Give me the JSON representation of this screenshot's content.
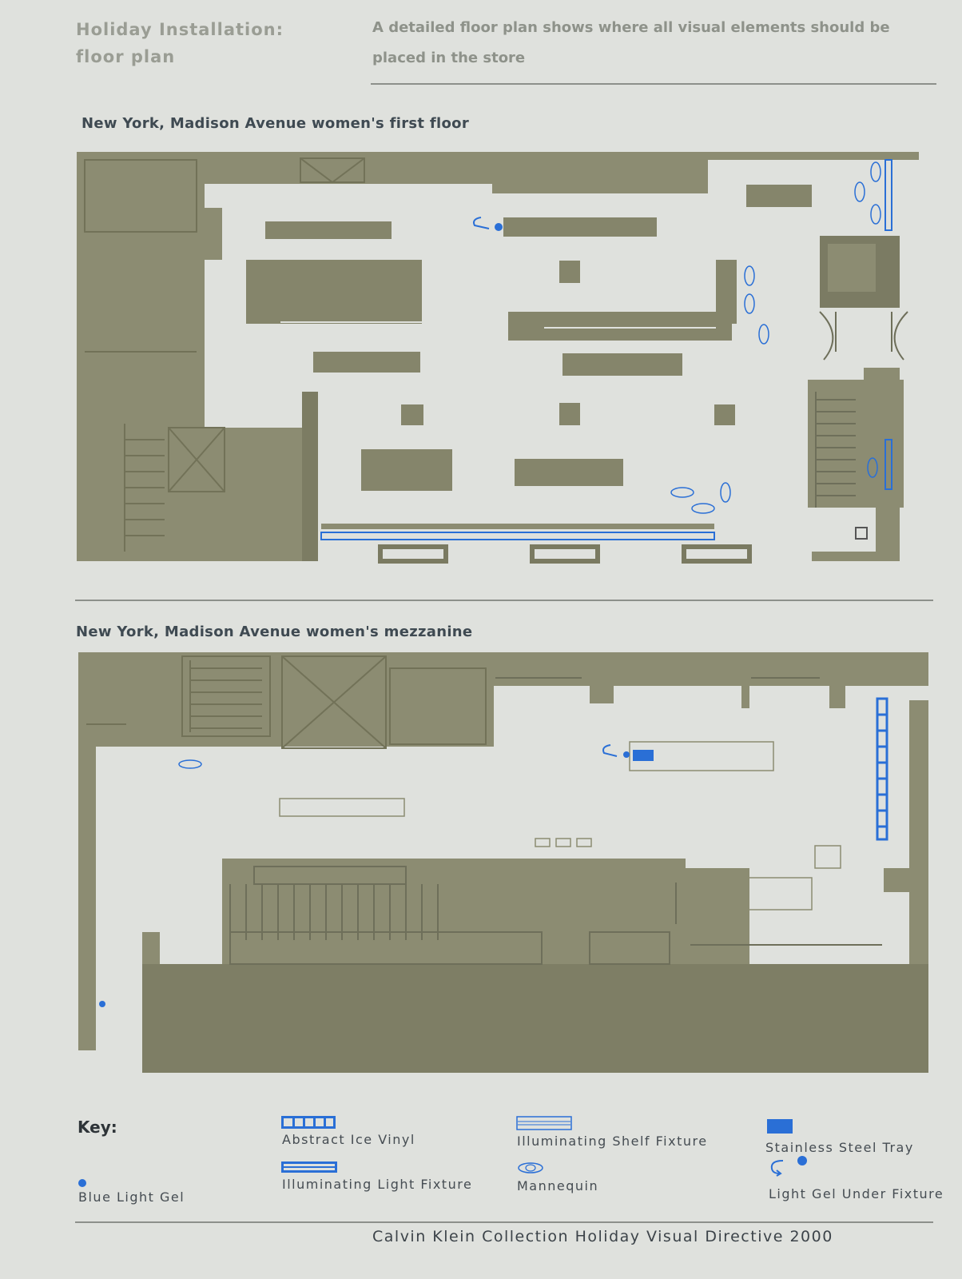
{
  "header": {
    "title_line1": "Holiday Installation:",
    "title_line2": "floor plan",
    "description_line1": "A detailed floor plan shows where all visual elements should be",
    "description_line2": "placed in the store"
  },
  "plans": {
    "first_floor_title": "New York, Madison Avenue women's first floor",
    "mezzanine_title": "New York, Madison Avenue women's mezzanine"
  },
  "key": {
    "title": "Key:",
    "abstract_ice_vinyl": "Abstract Ice Vinyl",
    "illuminating_shelf_fixture": "Illuminating Shelf Fixture",
    "stainless_steel_tray": "Stainless Steel Tray",
    "blue_light_gel": "Blue Light Gel",
    "illuminating_light_fixture": "Illuminating Light Fixture",
    "mannequin": "Mannequin",
    "light_gel_under_fixture": "Light Gel Under Fixture"
  },
  "footer": {
    "text": "Calvin Klein Collection Holiday Visual Directive 2000"
  },
  "colors": {
    "background": "#dfe1dd",
    "wall": "#8c8c72",
    "wall_dark": "#6e6f5a",
    "fixture": "#85856b",
    "accent_blue": "#2a6fd6"
  }
}
